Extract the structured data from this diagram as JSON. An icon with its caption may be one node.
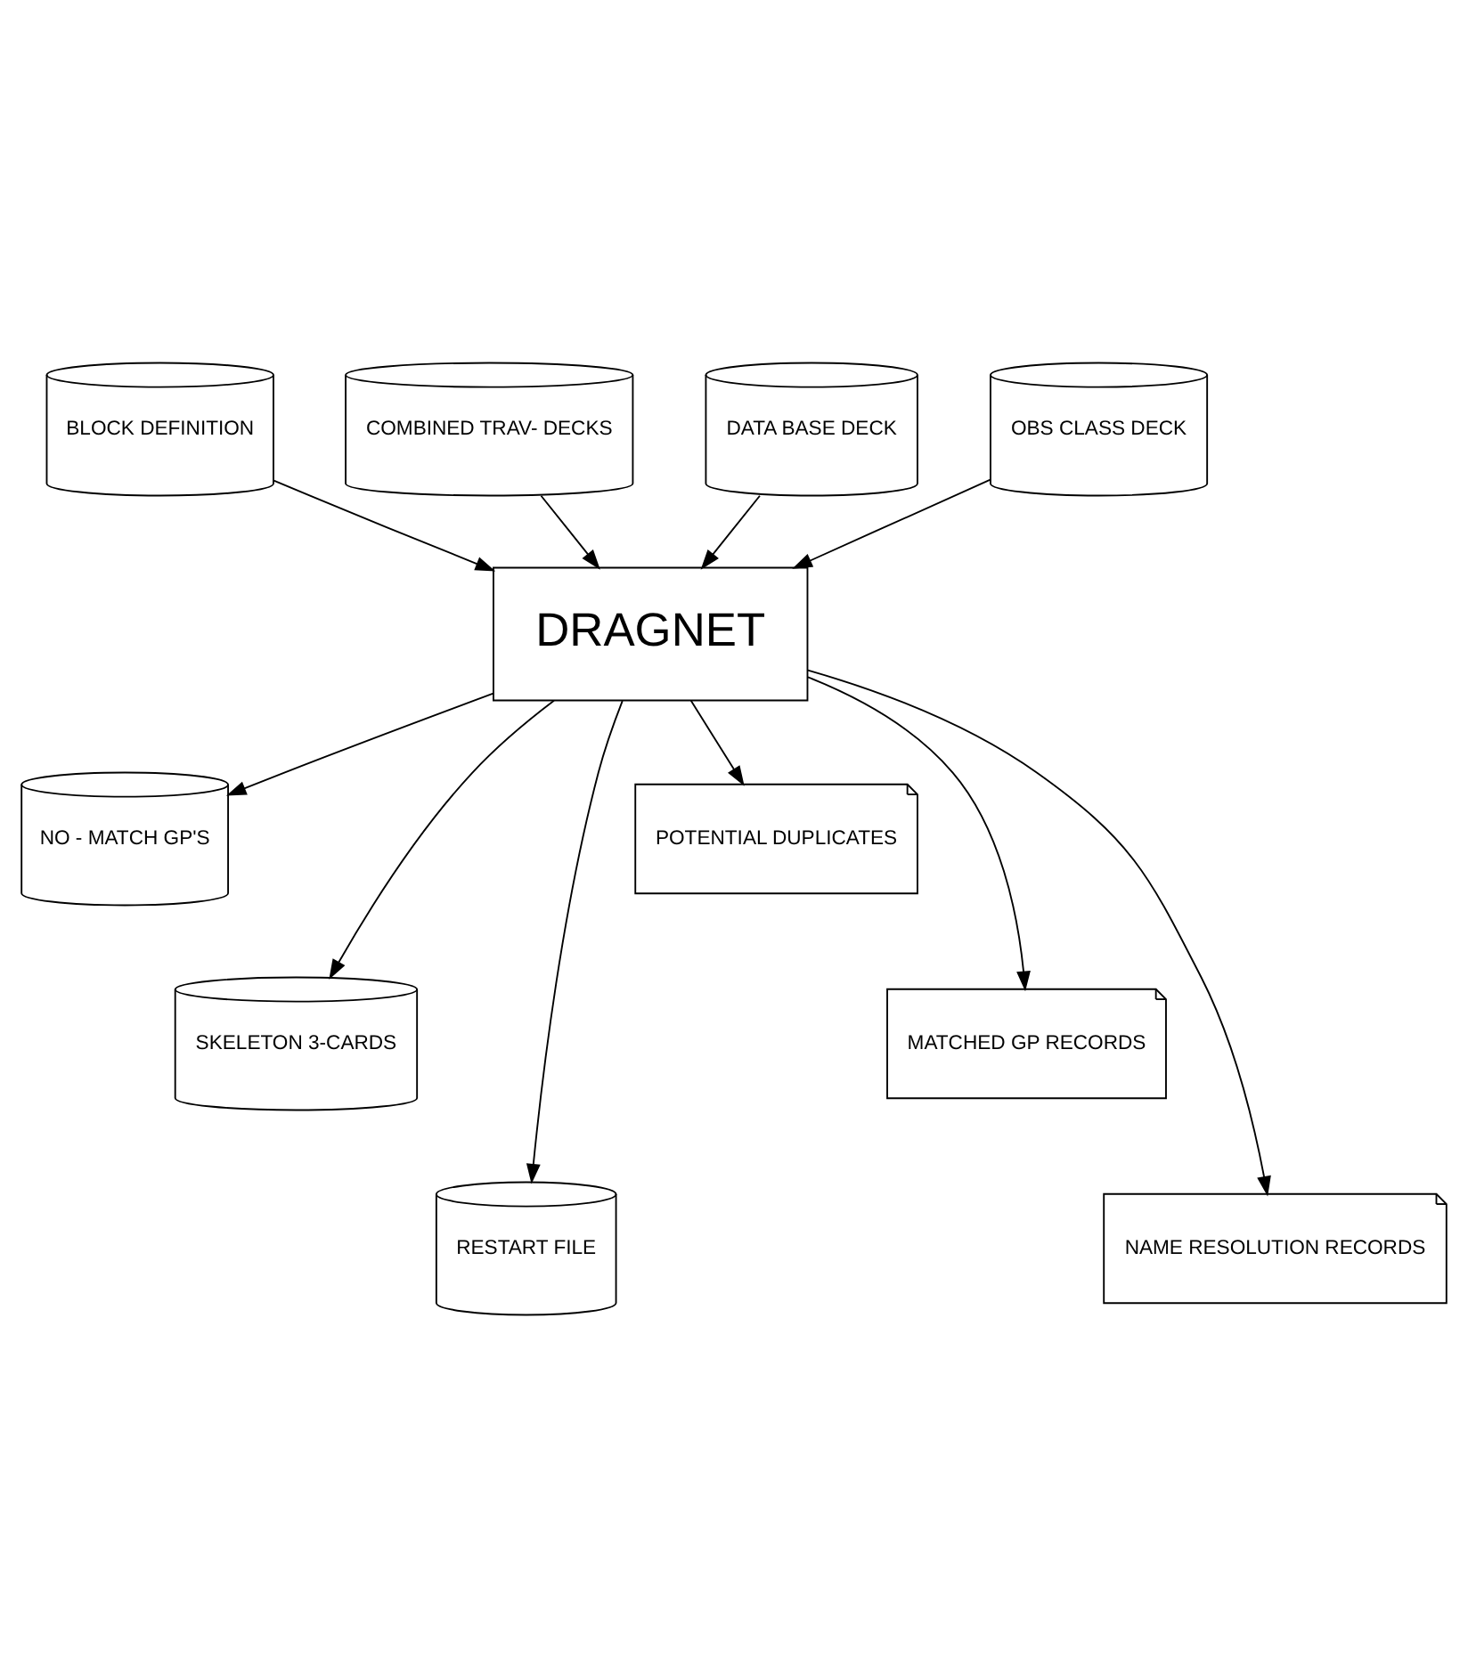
{
  "diagram": {
    "nodes": [
      {
        "text": [
          "BLOCK DEFINITION"
        ]
      },
      {
        "text": [
          "COMBINED TRAV- DECKS"
        ]
      },
      {
        "text": [
          "DATA BASE DECK"
        ]
      },
      {
        "text": [
          "OBS CLASS DECK"
        ]
      },
      {
        "text": [
          "DRAGNET"
        ]
      },
      {
        "text": [
          "NO - MATCH GP'S"
        ]
      },
      {
        "text": [
          "SKELETON 3-CARDS"
        ]
      },
      {
        "text": [
          "RESTART FILE"
        ]
      },
      {
        "text": [
          "POTENTIAL DUPLICATES"
        ]
      },
      {
        "text": [
          "MATCHED GP RECORDS"
        ]
      },
      {
        "text": [
          "NAME RESOLUTION RECORDS"
        ]
      }
    ],
    "edges": [
      {
        "from": 0,
        "to": 4,
        "arrow": "to"
      },
      {
        "from": 1,
        "to": 4,
        "arrow": "to"
      },
      {
        "from": 2,
        "to": 4,
        "arrow": "to"
      },
      {
        "from": 3,
        "to": 4,
        "arrow": "to"
      },
      {
        "from": 4,
        "to": 5,
        "arrow": "to"
      },
      {
        "from": 4,
        "to": 6,
        "arrow": "to"
      },
      {
        "from": 4,
        "to": 7,
        "arrow": "to"
      },
      {
        "from": 4,
        "to": 8,
        "arrow": "to"
      },
      {
        "from": 4,
        "to": 9,
        "arrow": "to"
      },
      {
        "from": 4,
        "to": 10,
        "arrow": "to"
      }
    ]
  }
}
